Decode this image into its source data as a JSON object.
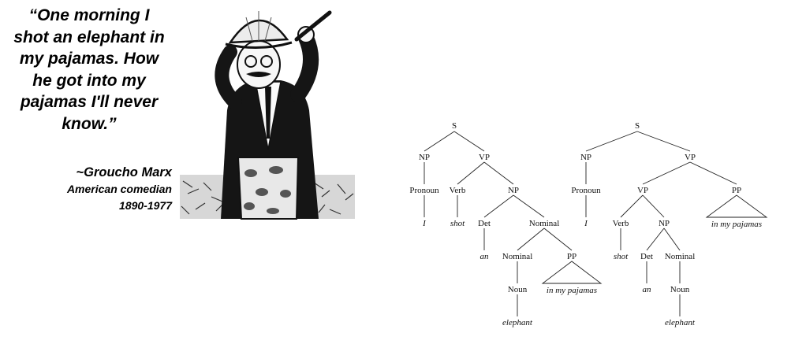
{
  "quote": {
    "lines": [
      "“One morning I",
      "shot an elephant in",
      "my pajamas. How",
      "he got into my",
      "pajamas I'll never",
      "know.”"
    ],
    "attribution": {
      "name": "~Groucho Marx",
      "title": "American comedian",
      "years": "1890-1977"
    }
  },
  "illustration": {
    "subject": "cartoon of man in pith helmet holding cigar",
    "icon": "groucho-caricature-icon"
  },
  "trees": {
    "left": {
      "s": "S",
      "np": "NP",
      "vp": "VP",
      "pronoun": "Pronoun",
      "pronoun_word": "I",
      "verb": "Verb",
      "verb_word": "shot",
      "np2": "NP",
      "det": "Det",
      "det_word": "an",
      "nominal": "Nominal",
      "nominal2": "Nominal",
      "noun": "Noun",
      "noun_word": "elephant",
      "pp": "PP",
      "pp_phrase": "in my pajamas"
    },
    "right": {
      "s": "S",
      "np": "NP",
      "vp": "VP",
      "pronoun": "Pronoun",
      "pronoun_word": "I",
      "vp2": "VP",
      "pp": "PP",
      "pp_phrase": "in my pajamas",
      "verb": "Verb",
      "verb_word": "shot",
      "np2": "NP",
      "det": "Det",
      "det_word": "an",
      "nominal": "Nominal",
      "noun": "Noun",
      "noun_word": "elephant"
    }
  }
}
